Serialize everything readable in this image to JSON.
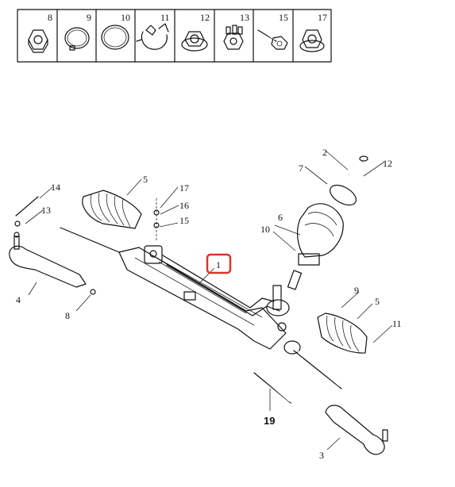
{
  "legend": {
    "cells": [
      {
        "num": "8",
        "icon": "hex-nut-icon"
      },
      {
        "num": "9",
        "icon": "clamp-ring-icon"
      },
      {
        "num": "10",
        "icon": "ring-icon"
      },
      {
        "num": "11",
        "icon": "hose-clip-icon"
      },
      {
        "num": "12",
        "icon": "flange-nut-icon"
      },
      {
        "num": "13",
        "icon": "castle-nut-icon"
      },
      {
        "num": "15",
        "icon": "bolt-icon"
      },
      {
        "num": "17",
        "icon": "washer-nut-icon"
      }
    ]
  },
  "callouts": {
    "c1": "1",
    "c2": "2",
    "c3": "3",
    "c4": "4",
    "c5a": "5",
    "c5b": "5",
    "c6": "6",
    "c7": "7",
    "c8": "8",
    "c9": "9",
    "c10": "10",
    "c11": "11",
    "c12": "12",
    "c13": "13",
    "c14": "14",
    "c15": "15",
    "c16": "16",
    "c17": "17",
    "c19": "19"
  },
  "highlight": {
    "color": "#d9342b",
    "target": "1"
  }
}
